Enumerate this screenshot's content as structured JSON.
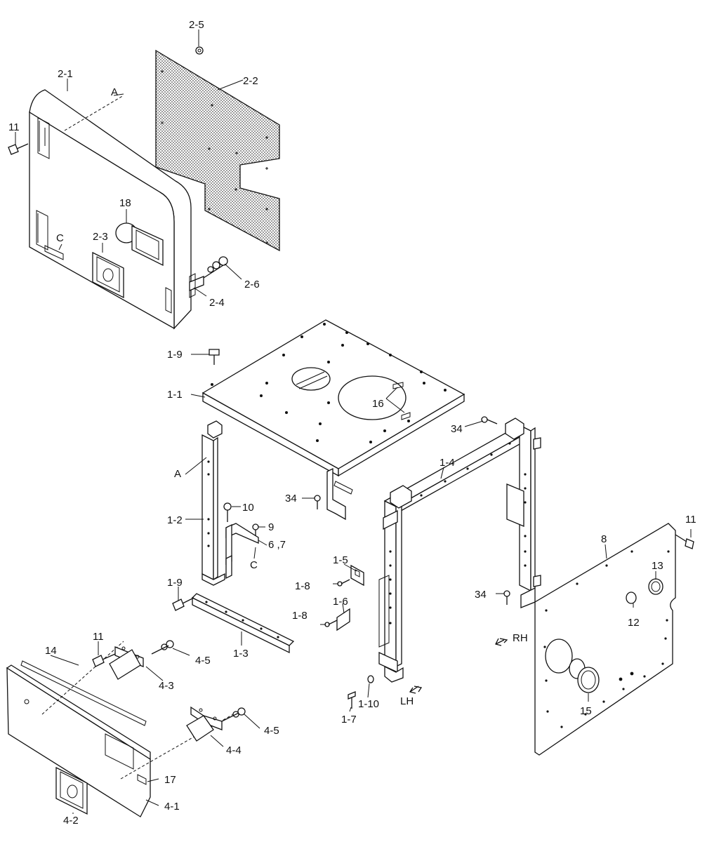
{
  "labels": {
    "p2_5": "2-5",
    "p2_1": "2-1",
    "a_top": "A",
    "p2_2": "2-2",
    "p11_left": "11",
    "p18": "18",
    "p2_3": "2-3",
    "c_top": "C",
    "p2_6": "2-6",
    "p2_4": "2-4",
    "p1_9_top": "1-9",
    "p1_1": "1-1",
    "p16": "16",
    "p34_top": "34",
    "p1_4": "1-4",
    "a_mid": "A",
    "p34_mid": "34",
    "p10": "10",
    "p1_2": "1-2",
    "p9": "9",
    "p6_7": "6 ,7",
    "c_mid": "C",
    "p1_5": "1-5",
    "p1_8_a": "1-8",
    "p1_6": "1-6",
    "p1_8_b": "1-8",
    "p11_right": "11",
    "p8": "8",
    "p13": "13",
    "p34_bot": "34",
    "p12": "12",
    "p1_9_bot": "1-9",
    "rh": "RH",
    "p11_bot": "11",
    "p14": "14",
    "p4_5_a": "4-5",
    "p1_3": "1-3",
    "p4_3": "4-3",
    "lh": "LH",
    "p1_10": "1-10",
    "p1_7": "1-7",
    "p15": "15",
    "p4_5_b": "4-5",
    "p4_4": "4-4",
    "p17": "17",
    "p4_1": "4-1",
    "p4_2": "4-2"
  },
  "colors": {
    "line": "#111111",
    "background": "#ffffff",
    "insulation_fill": "#b8b8b8"
  }
}
